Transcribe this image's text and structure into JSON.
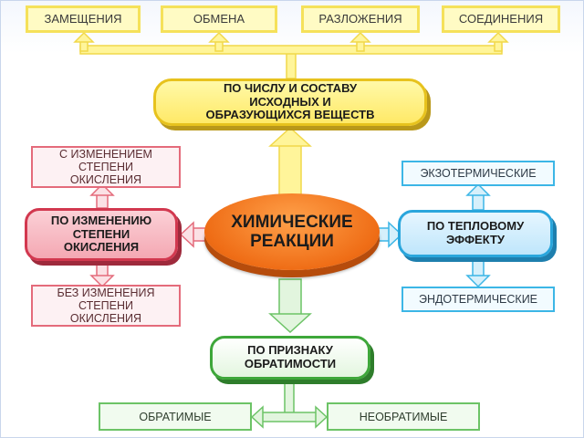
{
  "center": {
    "label": "ХИМИЧЕСКИЕ\nРЕАКЦИИ"
  },
  "top": {
    "main": "ПО ЧИСЛУ И СОСТАВУ\nИСХОДНЫХ И\nОБРАЗУЮЩИХСЯ ВЕЩЕСТВ",
    "items": [
      "ЗАМЕЩЕНИЯ",
      "ОБМЕНА",
      "РАЗЛОЖЕНИЯ",
      "СОЕДИНЕНИЯ"
    ]
  },
  "left": {
    "main": "ПО ИЗМЕНЕНИЮ\nСТЕПЕНИ\nОКИСЛЕНИЯ",
    "upper": "С ИЗМЕНЕНИЕМ\nСТЕПЕНИ\nОКИСЛЕНИЯ",
    "lower": "БЕЗ ИЗМЕНЕНИЯ\nСТЕПЕНИ\nОКИСЛЕНИЯ"
  },
  "right": {
    "main": "ПО ТЕПЛОВОМУ\nЭФФЕКТУ",
    "upper": "ЭКЗОТЕРМИЧЕСКИЕ",
    "lower": "ЭНДОТЕРМИЧЕСКИЕ"
  },
  "bottom": {
    "main": "ПО ПРИЗНАКУ\nОБРАТИМОСТИ",
    "items": [
      "ОБРАТИМЫЕ",
      "НЕОБРАТИМЫЕ"
    ]
  },
  "colors": {
    "yellow": "#f5e15a",
    "orange": "#ef6d16",
    "pink": "#e46b7b",
    "blue": "#3cb6e6",
    "green": "#6cc366"
  }
}
